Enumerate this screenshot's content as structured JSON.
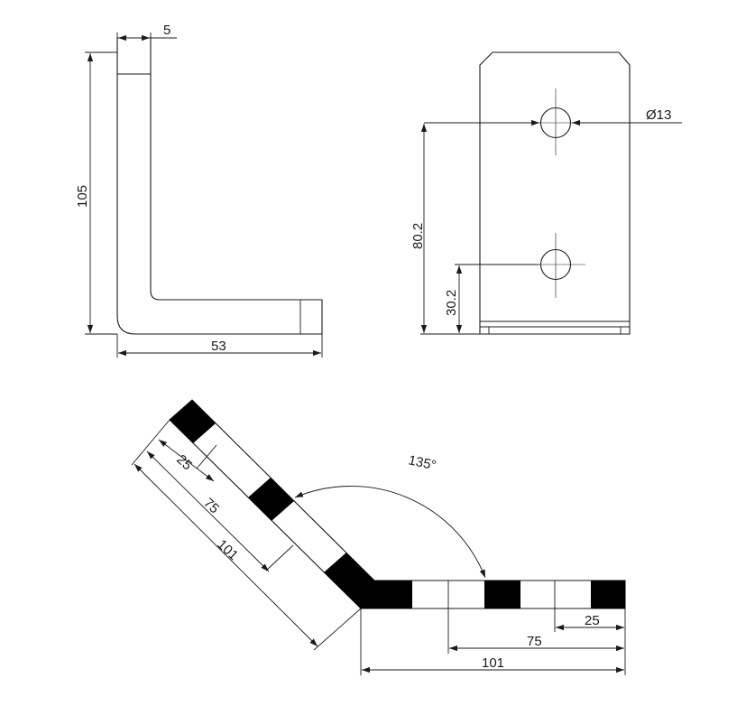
{
  "side_view": {
    "thickness_label": "5",
    "height_label": "105",
    "width_label": "53"
  },
  "front_view": {
    "hole_label": "Ø13",
    "upper_hole_label": "80.2",
    "lower_hole_label": "30.2"
  },
  "bent_view": {
    "angle_label": "135°",
    "left_labels": [
      "25",
      "75",
      "101"
    ],
    "right_labels": [
      "25",
      "75",
      "101"
    ]
  },
  "colors": {
    "line": "#1a1a1a",
    "fill_marker": "#000000",
    "background": "#ffffff"
  }
}
